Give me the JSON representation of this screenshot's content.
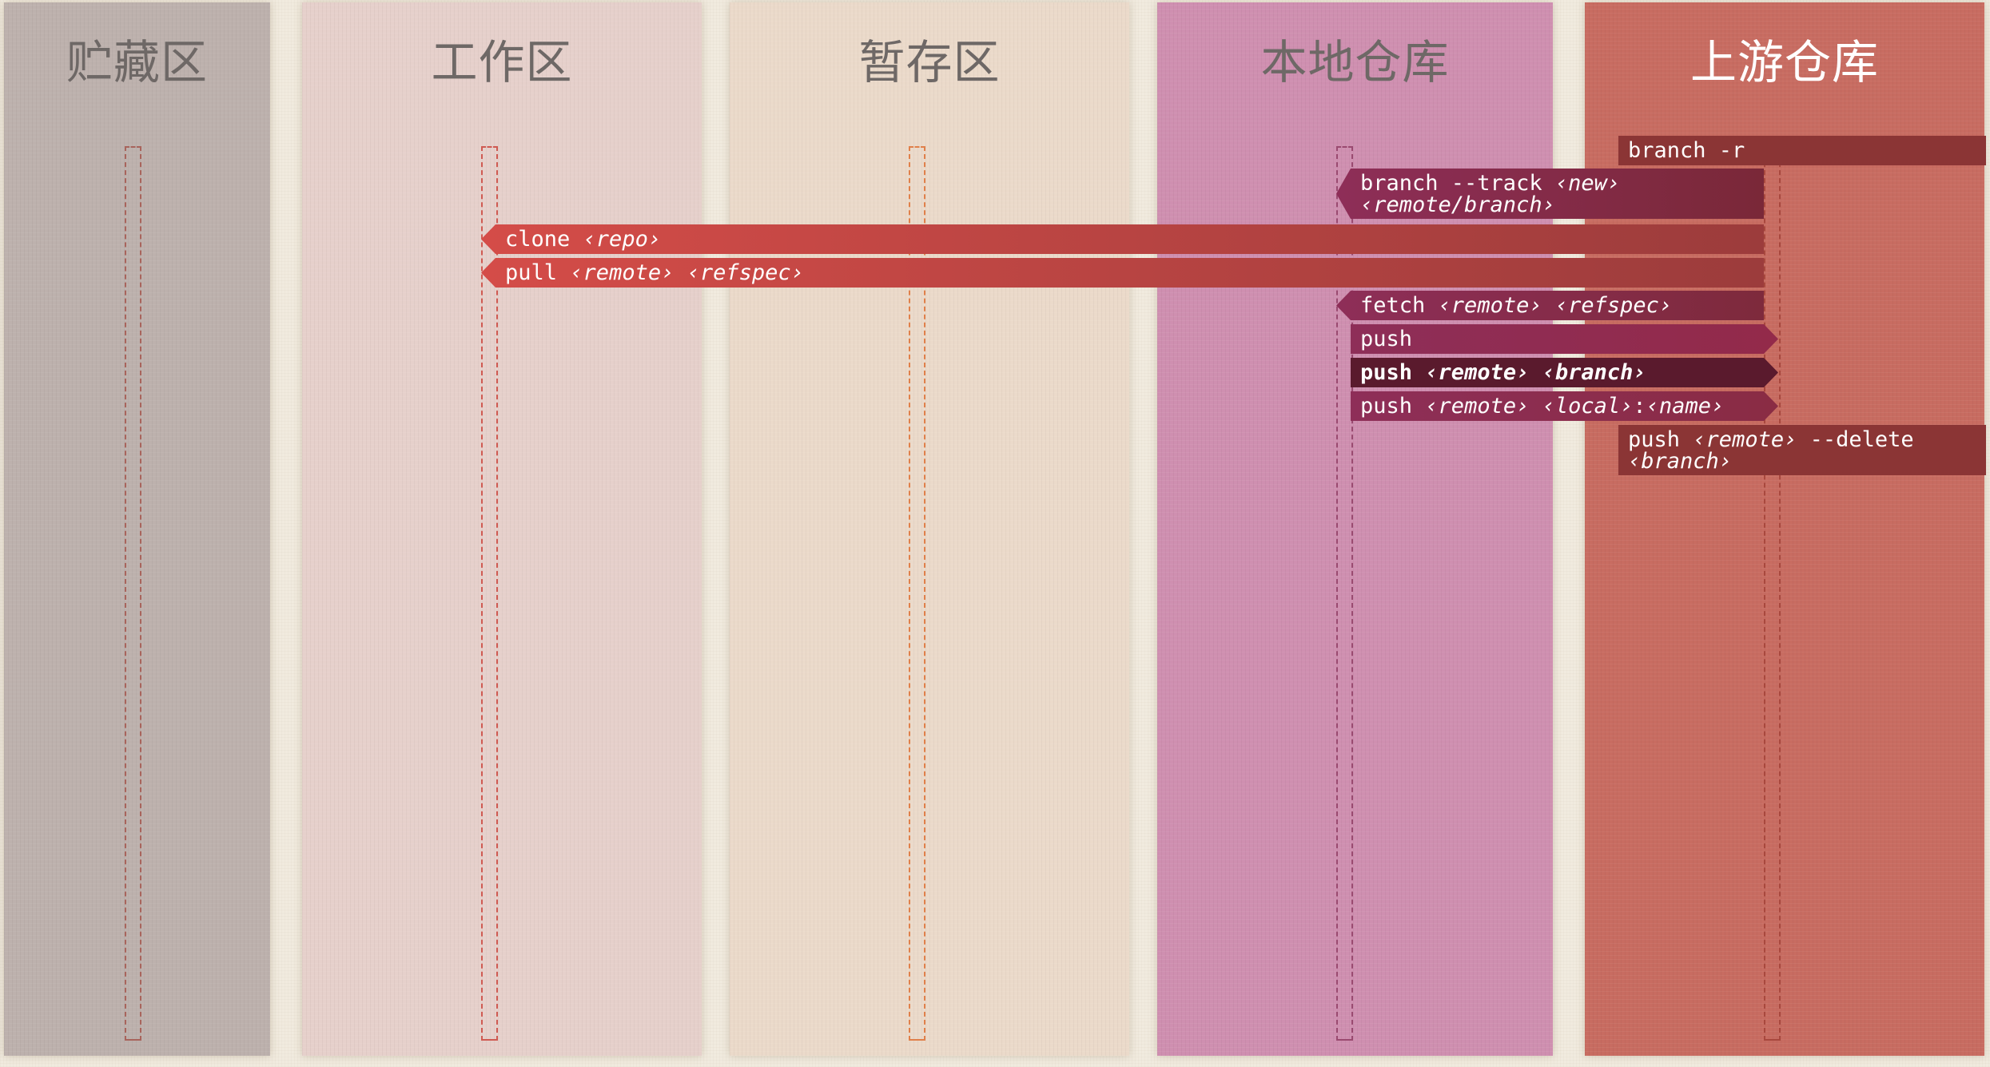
{
  "lanes": {
    "stash": "贮藏区",
    "workspace": "工作区",
    "index": "暂存区",
    "local": "本地仓库",
    "upstream": "上游仓库"
  },
  "commands": {
    "branch_r": {
      "cmd": "branch -r"
    },
    "branch_track": {
      "cmd": "branch --track",
      "arg1": "‹new›",
      "arg2": "‹remote/branch›"
    },
    "clone": {
      "cmd": "clone",
      "arg1": "‹repo›"
    },
    "pull": {
      "cmd": "pull",
      "arg1": "‹remote›",
      "arg2": "‹refspec›"
    },
    "fetch": {
      "cmd": "fetch",
      "arg1": "‹remote›",
      "arg2": "‹refspec›"
    },
    "push": {
      "cmd": "push"
    },
    "push_remote_branch": {
      "cmd": "push",
      "arg1": "‹remote›",
      "arg2": "‹branch›"
    },
    "push_local_name": {
      "cmd": "push",
      "arg1": "‹remote›",
      "arg2": "‹local›",
      "sep": ":",
      "arg3": "‹name›"
    },
    "push_delete": {
      "cmd": "push",
      "arg1": "‹remote›",
      "flag": "--delete",
      "arg2": "‹branch›"
    }
  },
  "colors": {
    "stash_lane": "#bdb1ad",
    "workspace_lane": "#e6d0cb",
    "index_lane": "#ebdaca",
    "local_lane": "#cf8fb0",
    "upstream_lane": "#c86c61",
    "upstream_cmd": "#8b3535",
    "local_cmd": "#8e2e58",
    "workspace_cmd": "#cd4a46",
    "highlight_cmd": "#5a1a2d"
  }
}
